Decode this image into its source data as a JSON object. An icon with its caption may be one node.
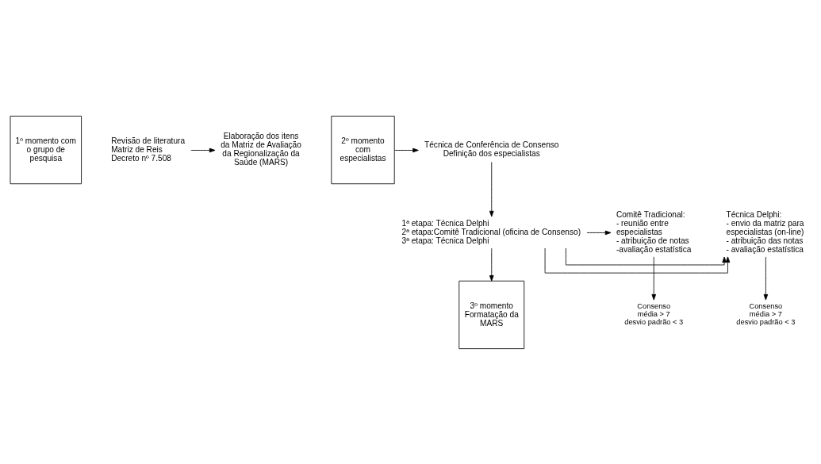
{
  "diagram": {
    "nodes": [
      {
        "text": [
          "1º momento com o grupo de pesquisa"
        ]
      },
      {
        "text": [
          "Revisão de literatura",
          "Matriz de Reis",
          "Decreto nº 7.508"
        ]
      },
      {
        "text": [
          "Elaboração dos itens da Matriz de Avaliação da Regionalização da Saúde (MARS)"
        ]
      },
      {
        "text": [
          "2º momento com especialistas"
        ]
      },
      {
        "text": [
          "Técnica de Conferência de Consenso",
          "Definição dos especialistas"
        ]
      },
      {
        "text": [
          "1ª etapa: Técnica Delphi",
          "2ª etapa:Comitê Tradicional (oficina de Consenso)",
          "3ª etapa: Técnica Delphi"
        ]
      },
      {
        "text": [
          "Técnica Delphi:",
          "- envio da matriz para especialistas (on-line)",
          "- atribuição das notas",
          "- avaliação estatística"
        ]
      },
      {
        "text": [
          "Comitê Tradicional:",
          "- reunião entre especialistas",
          "- atribuição de notas",
          "-avaliação estatística"
        ]
      },
      {
        "text": [
          "Consenso",
          "média > 7",
          "desvio padrão < 3"
        ]
      },
      {
        "text": [
          "Consenso",
          "média > 7",
          "desvio padrão < 3"
        ]
      },
      {
        "text": [
          "3º momento Formatação da MARS"
        ]
      }
    ],
    "edges": [
      {
        "from": 1,
        "to": 2,
        "arrow": "to"
      },
      {
        "from": 3,
        "to": 4,
        "arrow": "to"
      },
      {
        "from": 4,
        "to": 5,
        "arrow": "to"
      },
      {
        "from": 5,
        "to": 6,
        "arrow": "to"
      },
      {
        "from": 5,
        "to": 6,
        "arrow": "to"
      },
      {
        "from": 5,
        "to": 7,
        "arrow": "to"
      },
      {
        "from": 6,
        "to": 8,
        "arrow": "to"
      },
      {
        "from": 7,
        "to": 9,
        "arrow": "to"
      },
      {
        "from": 5,
        "to": 10,
        "arrow": "to"
      }
    ]
  }
}
